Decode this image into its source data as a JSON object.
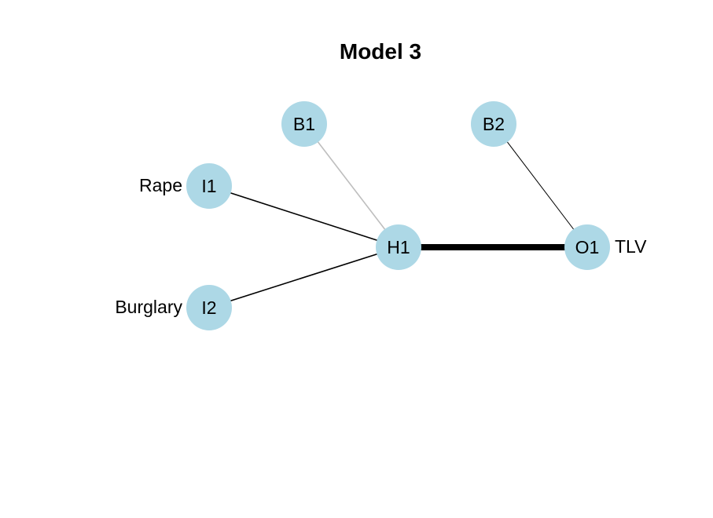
{
  "title": "Model 3",
  "colors": {
    "node_fill": "#add8e6",
    "edge_black": "#000000",
    "edge_gray": "#bebebe"
  },
  "nodes": [
    {
      "id": "B1",
      "label": "B1",
      "side_label": ""
    },
    {
      "id": "B2",
      "label": "B2",
      "side_label": ""
    },
    {
      "id": "I1",
      "label": "I1",
      "side_label": "Rape"
    },
    {
      "id": "I2",
      "label": "I2",
      "side_label": "Burglary"
    },
    {
      "id": "H1",
      "label": "H1",
      "side_label": ""
    },
    {
      "id": "O1",
      "label": "O1",
      "side_label": "TLV"
    }
  ],
  "edges": [
    {
      "from": "I1",
      "to": "H1",
      "color": "black",
      "weight": "thin"
    },
    {
      "from": "I2",
      "to": "H1",
      "color": "black",
      "weight": "thin"
    },
    {
      "from": "B1",
      "to": "H1",
      "color": "gray",
      "weight": "thin"
    },
    {
      "from": "B2",
      "to": "O1",
      "color": "black",
      "weight": "hairline"
    },
    {
      "from": "H1",
      "to": "O1",
      "color": "black",
      "weight": "thick"
    }
  ]
}
